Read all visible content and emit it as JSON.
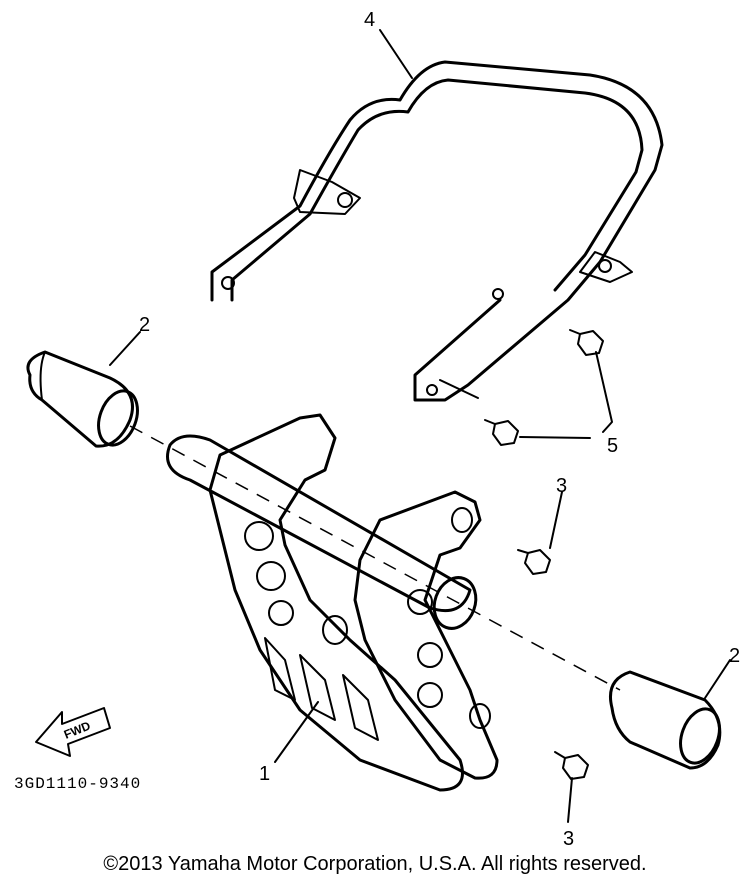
{
  "diagram": {
    "callouts": {
      "part_1": "1",
      "part_2_left": "2",
      "part_2_right": "2",
      "part_3_upper": "3",
      "part_3_lower": "3",
      "part_4": "4",
      "part_5": "5"
    },
    "fwd_label": "FWD",
    "part_code": "3GD1110-9340"
  },
  "footer": {
    "copyright": "©2013 Yamaha Motor Corporation, U.S.A. All rights reserved."
  }
}
